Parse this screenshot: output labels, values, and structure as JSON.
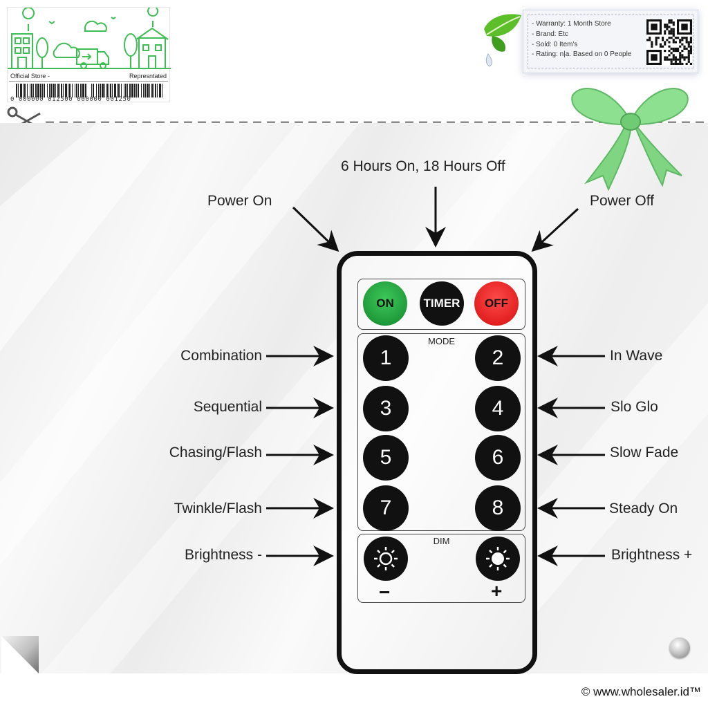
{
  "store_badge": {
    "left_caption": "Official Store -",
    "right_caption": "Represntated",
    "barcode_number": "0 000000 012500 000000 001250",
    "accent_color": "#3fbe55"
  },
  "info_card": {
    "lines": [
      "- Warranty: 1 Month Store",
      "- Brand: Etc",
      "- Sold: 0 Item's",
      "- Rating: n|a. Based on 0 People"
    ]
  },
  "labels": {
    "top_center": "6 Hours On, 18 Hours Off",
    "power_on": "Power On",
    "power_off": "Power Off",
    "combination": "Combination",
    "in_wave": "In Wave",
    "sequential": "Sequential",
    "slo_glo": "Slo Glo",
    "chasing_flash": "Chasing/Flash",
    "slow_fade": "Slow Fade",
    "twinkle_flash": "Twinkle/Flash",
    "steady_on": "Steady On",
    "brightness_minus": "Brightness -",
    "brightness_plus": "Brightness +"
  },
  "remote": {
    "on_label": "ON",
    "timer_label": "TIMER",
    "off_label": "OFF",
    "mode_title": "MODE",
    "dim_title": "DIM",
    "minus_sign": "−",
    "plus_sign": "+",
    "modes": [
      "1",
      "2",
      "3",
      "4",
      "5",
      "6",
      "7",
      "8"
    ],
    "colors": {
      "on": "#1f9a3a",
      "off": "#e22020",
      "button": "#111111"
    }
  },
  "footer": {
    "copyright": "© www.wholesaler.id™"
  }
}
